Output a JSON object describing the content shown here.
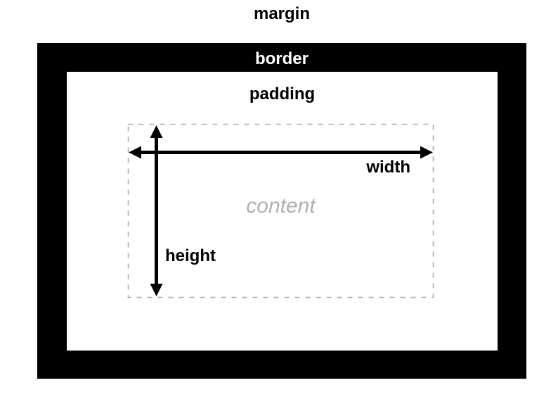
{
  "diagram": {
    "labels": {
      "margin": "margin",
      "border": "border",
      "padding": "padding",
      "content": "content",
      "width": "width",
      "height": "height"
    },
    "colors": {
      "background": "#ffffff",
      "border_band": "#000000",
      "border_label_text": "#ffffff",
      "label_text": "#000000",
      "content_text": "#b0b0b0",
      "content_dashed_outline": "#aaaaaa",
      "arrow": "#000000"
    }
  }
}
